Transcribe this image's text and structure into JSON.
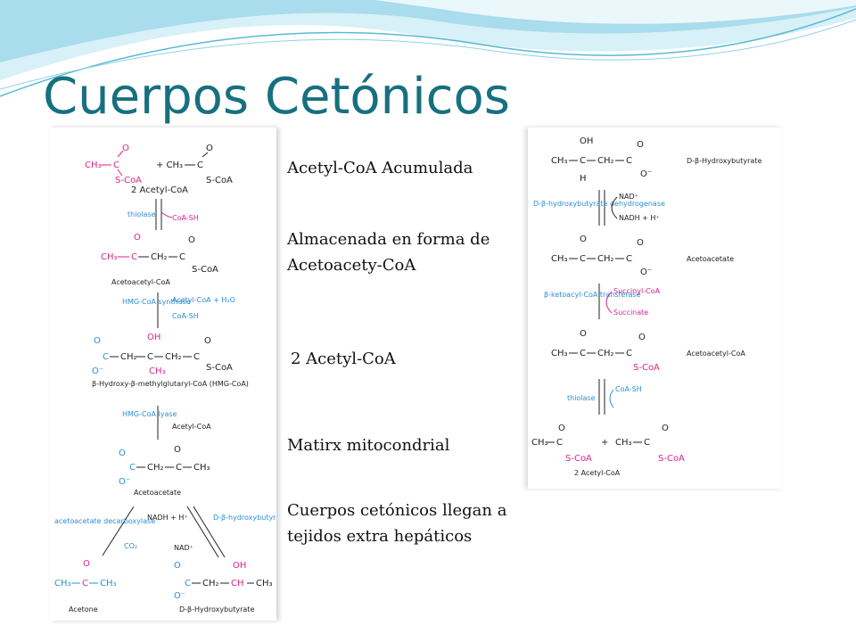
{
  "slide": {
    "title": "Cuerpos Cetónicos",
    "notes": [
      "Acetyl-CoA Acumulada",
      "Almacenada en forma de Acetoacety-CoA",
      "2 Acetyl-CoA",
      "Matirx mitocondrial",
      "Cuerpos cetónicos llegan a tejidos extra hepáticos"
    ]
  },
  "left_pathway": {
    "labels": {
      "acetyl_coa_2": "2 Acetyl-CoA",
      "thiolase": "thiolase",
      "coa_sh_1": "CoA-SH",
      "acetoacetyl_coa": "Acetoacetyl-CoA",
      "hmg_synthase": "HMG-CoA synthase",
      "acetyl_coa_h2o": "Acetyl-CoA + H₂O",
      "coa_sh_2": "CoA-SH",
      "hmg_coa_name": "β-Hydroxy-β-methylglutaryl-CoA (HMG-CoA)",
      "hmg_lyase": "HMG-CoA lyase",
      "acetyl_coa_out": "Acetyl-CoA",
      "acetoacetate": "Acetoacetate",
      "decarboxylase": "acetoacetate decarboxylase",
      "co2": "CO₂",
      "nadh": "NADH + H⁺",
      "nad": "NAD⁺",
      "dehydrogenase": "D-β-hydroxybutyrate dehydrogenase",
      "acetone": "Acetone",
      "hydroxybutyrate": "D-β-Hydroxybutyrate"
    }
  },
  "right_pathway": {
    "labels": {
      "hydroxybutyrate": "D-β-Hydroxybutyrate",
      "dehydrogenase": "D-β-hydroxybutyrate dehydrogenase",
      "nad": "NAD⁺",
      "nadh": "NADH + H⁺",
      "acetoacetate": "Acetoacetate",
      "transferase": "β-ketoacyl-CoA transferase",
      "succinyl_coa": "Succinyl-CoA",
      "succinate": "Succinate",
      "acetoacetyl_coa": "Acetoacetyl-CoA",
      "thiolase": "thiolase",
      "coa_sh": "CoA-SH",
      "acetyl_coa_2": "2 Acetyl-CoA"
    }
  },
  "colors": {
    "title": "#17707f",
    "pink": "#d6268f",
    "blue": "#2b8fd0",
    "wave_light": "#bfe6f2",
    "wave_mid": "#7fcce4"
  }
}
